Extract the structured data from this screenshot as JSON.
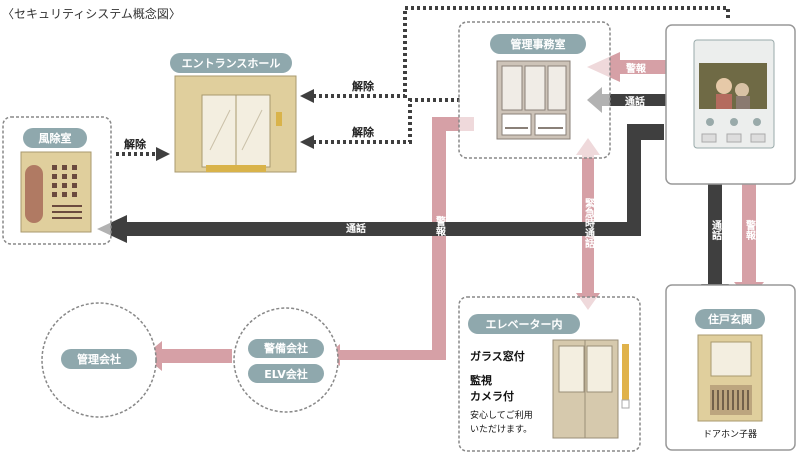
{
  "title": "〈セキュリティシステム概念図〉",
  "nodes": {
    "entrance_hall": "エントランスホール",
    "office": "管理事務室",
    "windbreak": "風除室",
    "elevator": "エレベーター内",
    "door": "住戸玄関",
    "mgmt_company": "管理会社",
    "security_company": "警備会社",
    "elv_company": "ELV会社"
  },
  "elevator_text": {
    "line1": "ガラス窓付",
    "line2": "監視",
    "line3": "カメラ付",
    "note1": "安心してご利用",
    "note2": "いただけます。"
  },
  "door_caption": "ドアホン子器",
  "arrow_labels": {
    "release_top": "解除",
    "release_mid": "解除",
    "release_left": "解除",
    "alarm_office": "警報",
    "call_office": "通話",
    "call_main": "通話",
    "alarm_vertical": "警報",
    "emergency_call": "緊急時通話",
    "call_door": "通話",
    "alarm_door": "警報"
  },
  "colors": {
    "pink": "#d6a0a6",
    "dark": "#3f3f3f",
    "pill": "#8fa8ad",
    "tan": "#e0cf9d",
    "dashed_border": "#888888"
  }
}
